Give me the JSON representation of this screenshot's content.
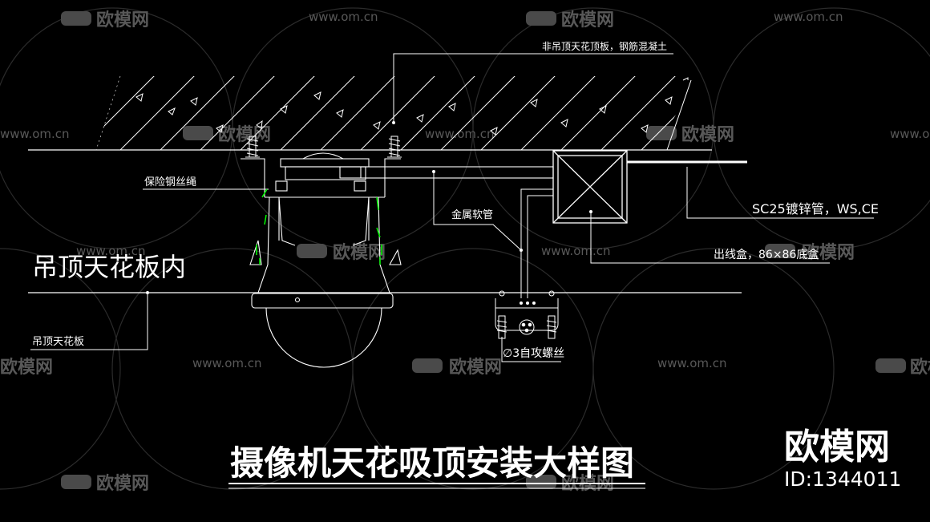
{
  "watermark": {
    "brand": "欧模网",
    "url": "www.om.cn",
    "id": "ID:1344011"
  },
  "title": "摄像机天花吸顶安装大样图",
  "labels": {
    "concrete_slab": "非吊顶天花顶板，钢筋混凝土",
    "safety_wire": "保险钢丝绳",
    "flex_conduit": "金属软管",
    "conduit": "SC25镀锌管，WS,CE",
    "junction_box": "出线盒，86×86底盒",
    "ceiling_void": "吊顶天花板内",
    "ceiling_board": "吊顶天花板",
    "screw": "∅3自攻螺丝"
  },
  "colors": {
    "background": "#000000",
    "line": "#ffffff",
    "accent": "#00ff00",
    "watermark": "#5a5a5a"
  }
}
